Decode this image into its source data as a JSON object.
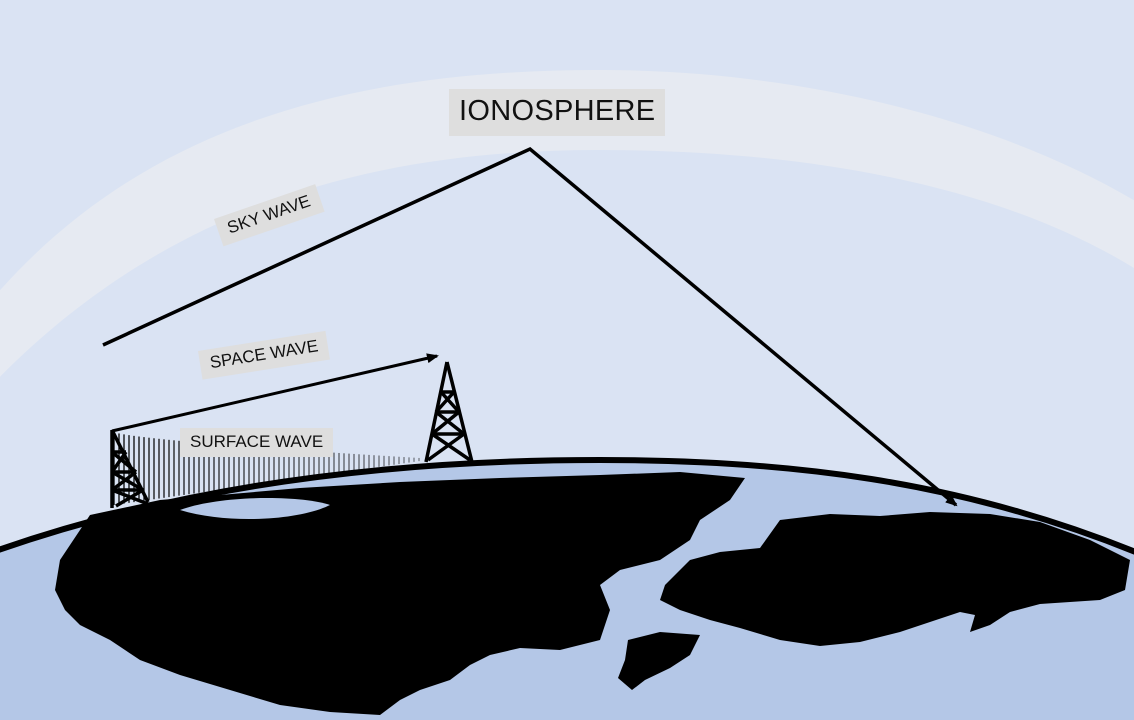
{
  "labels": {
    "ionosphere": "IONOSPHERE",
    "sky_wave": "SKY WAVE",
    "space_wave": "SPACE WAVE",
    "surface_wave": "SURFACE WAVE"
  },
  "colors": {
    "sky": "#dae3f3",
    "ionosphere_band": "#e6eaf2",
    "ocean": "#b4c7e7",
    "land": "#000000",
    "label_bg": "#dedede",
    "wave_line": "#000000"
  },
  "icons": {
    "transmitter": "radio-tower-icon",
    "receiver": "radio-tower-icon"
  }
}
